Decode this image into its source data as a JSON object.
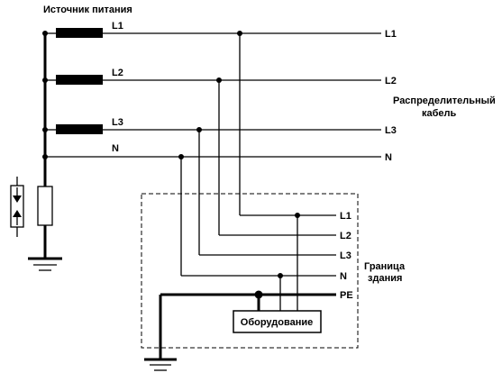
{
  "labels": {
    "source": "Источник питания",
    "cable_line1": "Распределительный",
    "cable_line2": "кабель",
    "boundary_line1": "Граница",
    "boundary_line2": "здания",
    "equipment": "Оборудование"
  },
  "conductors_left": [
    "L1",
    "L2",
    "L3",
    "N"
  ],
  "conductors_right": [
    "L1",
    "L2",
    "L3",
    "N"
  ],
  "conductors_building": [
    "L1",
    "L2",
    "L3",
    "N",
    "PE"
  ]
}
